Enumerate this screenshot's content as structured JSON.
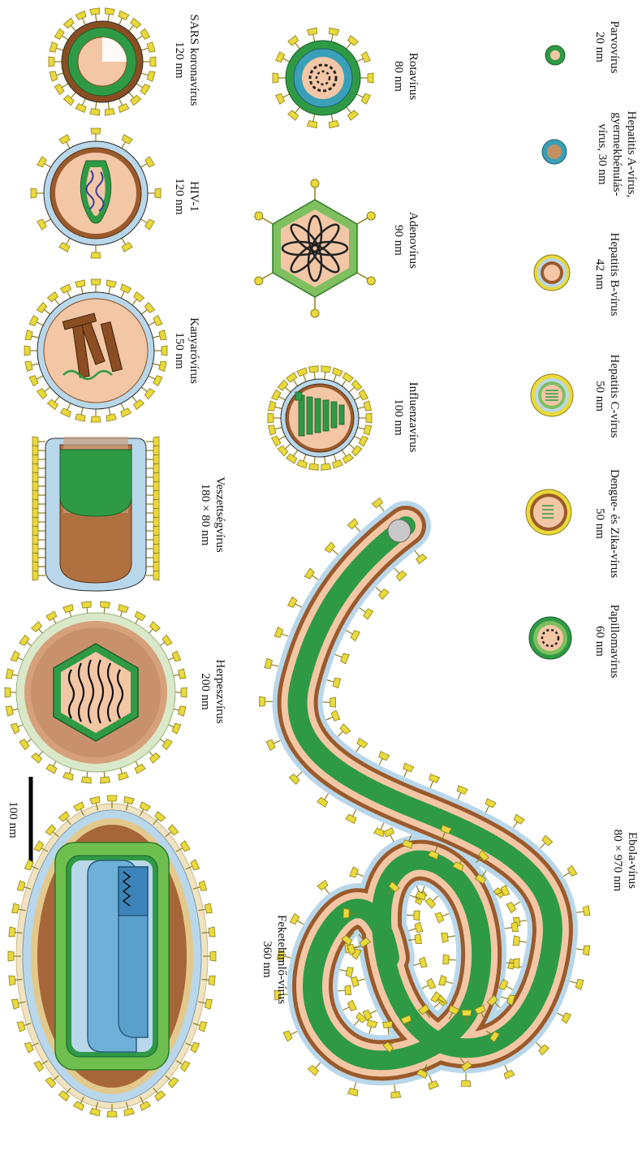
{
  "scale_bar": {
    "label": "100 nm"
  },
  "viruses": [
    {
      "id": "sars",
      "name": "SARS koronavírus",
      "size": "120 nm"
    },
    {
      "id": "hiv",
      "name": "HIV-1",
      "size": "120 nm"
    },
    {
      "id": "measles",
      "name": "Kanyaróvírus",
      "size": "150 nm"
    },
    {
      "id": "rabies",
      "name": "Veszettségvírus",
      "size": "180 × 80 nm"
    },
    {
      "id": "herpes",
      "name": "Herpeszvírus",
      "size": "200 nm"
    },
    {
      "id": "smallpox",
      "name": "Feketehimlő-vírus",
      "size": "360 nm"
    },
    {
      "id": "rota",
      "name": "Rotavírus",
      "size": "80 nm"
    },
    {
      "id": "adeno",
      "name": "Adenovírus",
      "size": "90 nm"
    },
    {
      "id": "flu",
      "name": "Influenzavírus",
      "size": "100 nm"
    },
    {
      "id": "ebola",
      "name": "Ebola-vírus",
      "size": "80 × 970 nm"
    },
    {
      "id": "parvo",
      "name": "Parvovírus",
      "size": "20 nm"
    },
    {
      "id": "hepa",
      "name": "Hepatitis A-vírus,",
      "name2": "gyermekbénulás-",
      "size": "vírus, 30 nm"
    },
    {
      "id": "hepb",
      "name": "Hepatitis B-vírus",
      "size": "42 nm"
    },
    {
      "id": "hepc",
      "name": "Hepatitis C-vírus",
      "size": "50 nm"
    },
    {
      "id": "dengue",
      "name": "Dengue- és Zika-vírus",
      "size": "50 nm"
    },
    {
      "id": "papilloma",
      "name": "Papillomavírus",
      "size": "60 nm"
    }
  ],
  "colors": {
    "spike_yellow": "#e9d93a",
    "envelope_blue": "#b9d7ea",
    "matrix_brown": "#9b5a2b",
    "capsid_green": "#2f9a45",
    "core_peach": "#f3c7a6",
    "dark_outline": "#2b2b2b"
  }
}
